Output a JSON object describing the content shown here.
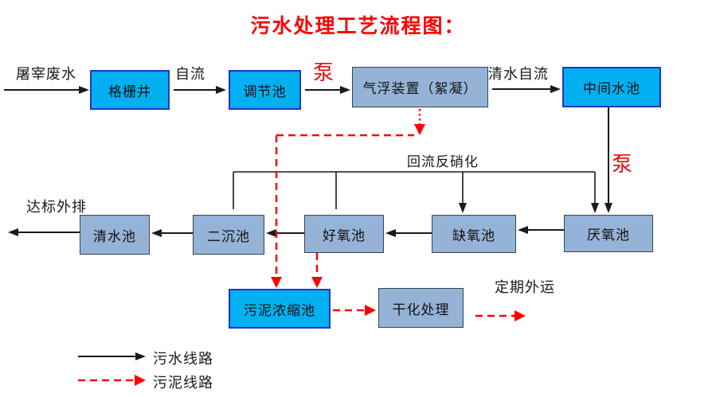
{
  "title": "污水处理工艺流程图：",
  "colors": {
    "cyan_box_fill": "#00B0F0",
    "cyan_box_border": "#2333cb",
    "light_box_fill": "#95B3D7",
    "light_box_border": "#39434e",
    "sludge_line_red": "#FF0000",
    "sewage_line_black": "#1a1a1a",
    "title_red": "#FF0000"
  },
  "nodes": {
    "grid_well": {
      "label": "格栅井"
    },
    "regulating_tank": {
      "label": "调节池"
    },
    "air_flotation": {
      "label": "气浮装置（絮凝）"
    },
    "intermediate_tank": {
      "label": "中间水池"
    },
    "anaerobic_tank": {
      "label": "厌氧池"
    },
    "anoxic_tank": {
      "label": "缺氧池"
    },
    "aerobic_tank": {
      "label": "好氧池"
    },
    "secondary_sedimentation_tank": {
      "label": "二沉池"
    },
    "clear_water_tank": {
      "label": "清水池"
    },
    "sludge_thickening_tank": {
      "label": "污泥浓缩池"
    },
    "drying_treatment": {
      "label": "干化处理"
    }
  },
  "labels": {
    "influent": "屠宰废水",
    "gravity_flow": "自流",
    "pump_top": "泵",
    "clear_water_gravity_flow": "清水自流",
    "pump_right": "泵",
    "reflux_denitrification": "回流反硝化",
    "standard_discharge": "达标外排",
    "periodic_outward_transport": "定期外运"
  },
  "legend": {
    "sewage_line": "污水线路",
    "sludge_line": "污泥线路"
  }
}
